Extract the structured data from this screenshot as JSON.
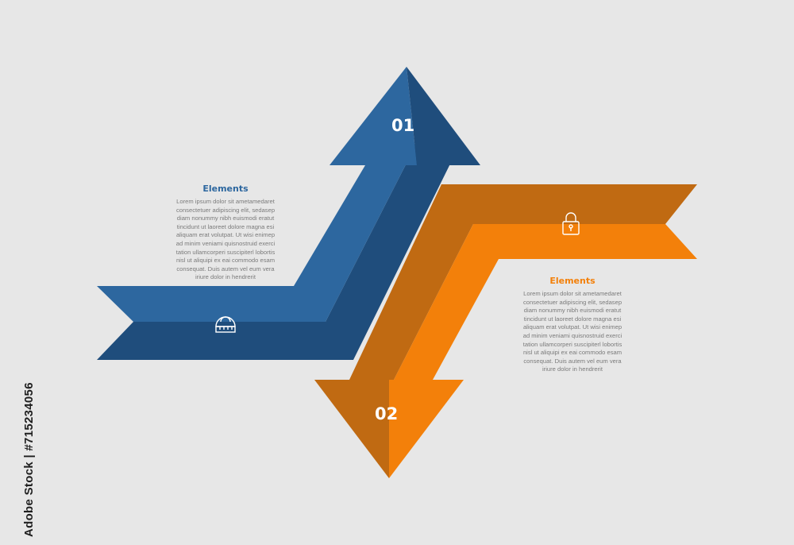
{
  "colors": {
    "background": "#e7e7e7",
    "blue_dark": "#1f4d7c",
    "blue_light": "#2d679f",
    "orange_dark": "#c06a12",
    "orange_light": "#f3800a",
    "body_text": "#7b7b7b"
  },
  "step1": {
    "number": "01",
    "title": "Elements",
    "body_lines": [
      "Lorem ipsum dolor sit ametamedaret",
      "consectetuer adipiscing elit, sedasep",
      "diam nonummy nibh euismodi eratut",
      "tincidunt ut laoreet dolore magna esi",
      "aliquam erat volutpat. Ut wisi enimep",
      "ad minim veniami quisnostruid exerci",
      "tation ullamcorperi suscipiterl lobortis",
      "nisl ut aliquipi ex eai commodo esam",
      "consequat. Duis autem vel eum vera",
      "iriure dolor in hendrerit"
    ],
    "icon": "protractor-icon"
  },
  "step2": {
    "number": "02",
    "title": "Elements",
    "body_lines": [
      "Lorem ipsum dolor sit ametamedaret",
      "consectetuer adipiscing elit, sedasep",
      "diam nonummy nibh euismodi eratut",
      "tincidunt ut laoreet dolore magna esi",
      "aliquam erat volutpat. Ut wisi enimep",
      "ad minim veniami quisnostruid exerci",
      "tation ullamcorperi suscipiterl lobortis",
      "nisl ut aliquipi ex eai commodo esam",
      "consequat. Duis autem vel eum vera",
      "iriure dolor in hendrerit"
    ],
    "icon": "padlock-icon"
  },
  "stock_id": "Adobe Stock | #715234056"
}
